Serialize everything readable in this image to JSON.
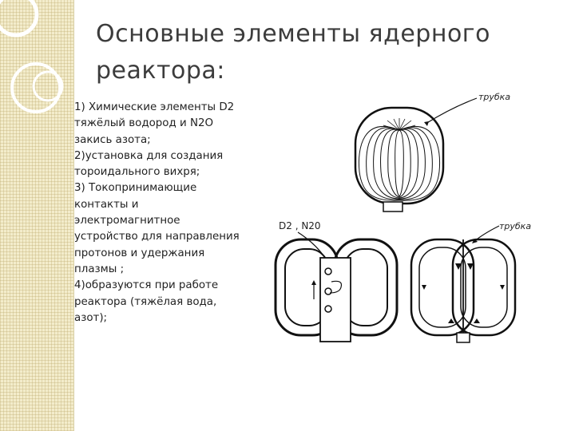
{
  "slide": {
    "title_lines": [
      "Основные элементы ядерного",
      "реактора:"
    ],
    "list": [
      "1) Химические элементы D2",
      "тяжёлый водород и N2O",
      "закись азота;",
      "2)установка для создания",
      "тороидального вихря;",
      "3) Токопринимающие",
      "контакты и",
      "электромагнитное",
      "устройство для направления",
      "протонов и удержания",
      "плазмы ;",
      "4)образуются при работе",
      "реактора (тяжёлая вода,",
      "азот);"
    ]
  },
  "figure": {
    "label_tube_top": "трубка",
    "label_tube_right": "трубка",
    "label_gas": "D2 , N20"
  },
  "colors": {
    "band": "#f3eccb",
    "text": "#222222",
    "title": "#3c3c3c"
  }
}
